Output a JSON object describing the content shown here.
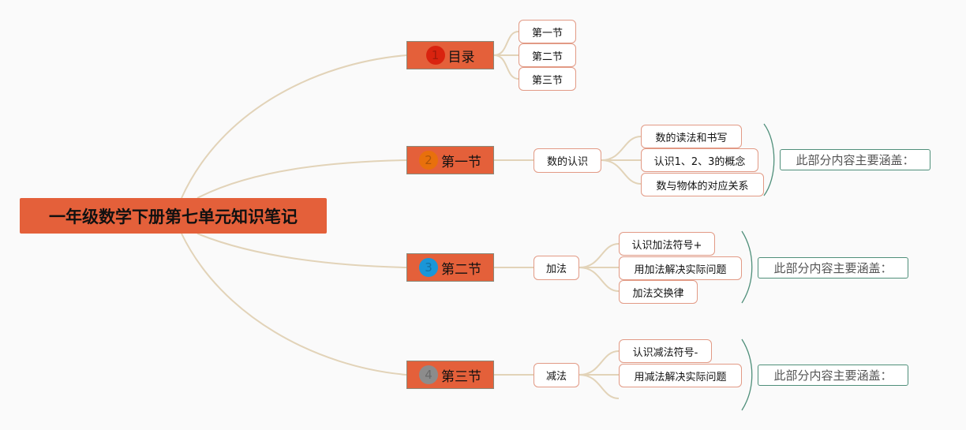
{
  "root": "一年级数学下册第七单元知识笔记",
  "branches": [
    {
      "badge": "1",
      "badge_color": "#d9230f",
      "title": "目录",
      "children": [
        "第一节",
        "第二节",
        "第三节"
      ]
    },
    {
      "badge": "2",
      "badge_color": "#e8700c",
      "title": "第一节",
      "topic": "数的认识",
      "children": [
        "数的读法和书写",
        "认识1、2、3的概念",
        "数与物体的对应关系"
      ],
      "summary": "此部分内容主要涵盖："
    },
    {
      "badge": "3",
      "badge_color": "#1a96d8",
      "title": "第二节",
      "topic": "加法",
      "children": [
        "认识加法符号+",
        "用加法解决实际问题",
        "加法交换律"
      ],
      "summary": "此部分内容主要涵盖："
    },
    {
      "badge": "4",
      "badge_color": "#8c8c8c",
      "title": "第三节",
      "topic": "减法",
      "children": [
        "认识减法符号-",
        "用减法解决实际问题"
      ],
      "summary": "此部分内容主要涵盖："
    }
  ],
  "colors": {
    "node": "#e4603a",
    "line": "#e2d3b8",
    "brace": "#4f8f7a"
  }
}
